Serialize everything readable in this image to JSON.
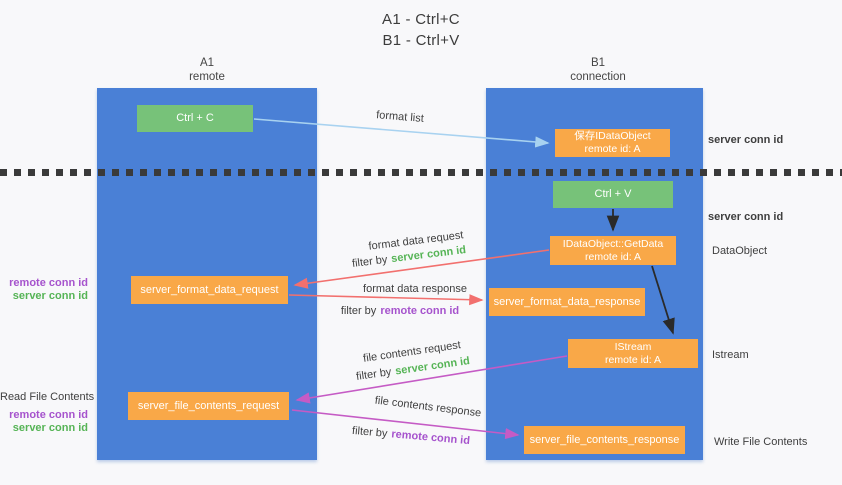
{
  "title": {
    "line1": "A1 - Ctrl+C",
    "line2": "B1 - Ctrl+V"
  },
  "columns": {
    "left": {
      "name": "A1",
      "role": "remote"
    },
    "right": {
      "name": "B1",
      "role": "connection"
    }
  },
  "nodes": {
    "ctrl_c": "Ctrl + C",
    "ctrl_v": "Ctrl + V",
    "save_dataobject": {
      "line1": "保存IDataObject",
      "line2": "remote id: A"
    },
    "getdata": {
      "line1": "IDataObject::GetData",
      "line2": "remote id: A"
    },
    "istream": {
      "line1": "IStream",
      "line2": "remote id: A"
    },
    "format_request": "server_format_data_request",
    "format_response": "server_format_data_response",
    "file_request": "server_file_contents_request",
    "file_response": "server_file_contents_response"
  },
  "edge_labels": {
    "format_list": "format list",
    "format_data_request": "format data request",
    "format_data_response": "format data response",
    "file_contents_request": "file contents request",
    "file_contents_response": "file contents response",
    "filter_by": "filter by",
    "server_conn_id": "server conn id",
    "remote_conn_id": "remote conn id"
  },
  "side_labels": {
    "left": {
      "remote_conn_id": "remote conn id",
      "server_conn_id": "server conn id",
      "read_file_contents": "Read File Contents"
    },
    "right": {
      "server_conn_id": "server conn id",
      "dataobject": "DataObject",
      "istream": "Istream",
      "write_file_contents": "Write File Contents"
    }
  },
  "colors": {
    "background": "#f8f8fa",
    "column_blue": "#4a80d6",
    "box_orange": "#f9a848",
    "box_green": "#77c279",
    "arrow_light_blue": "#a8d2f0",
    "arrow_black": "#2a2a2a",
    "arrow_salmon": "#f2706e",
    "arrow_magenta": "#c55bc5",
    "text_green": "#56b456",
    "text_purple": "#a653cd",
    "text_gray": "#3f3f3f"
  }
}
